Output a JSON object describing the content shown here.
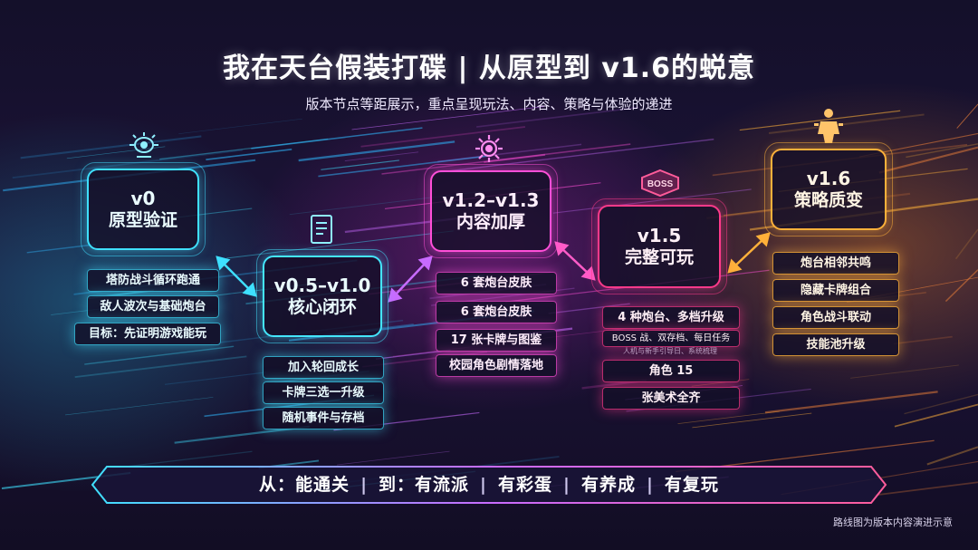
{
  "title": "我在天台假装打碟 | 从原型到 v1.6的蜕意",
  "subtitle": "版本节点等距展示，重点呈现玩法、内容、策略与体验的递进",
  "nodes": [
    {
      "version": "v0",
      "name": "原型验证",
      "features": [
        "塔防战斗循环跑通",
        "敌人波次与基础炮台",
        "目标：先证明游戏能玩"
      ]
    },
    {
      "version": "v0.5–v1.0",
      "name": "核心闭环",
      "features": [
        "加入轮回成长",
        "卡牌三选一升级",
        "随机事件与存档"
      ]
    },
    {
      "version": "v1.2–v1.3",
      "name": "内容加厚",
      "features": [
        "6 套炮台皮肤",
        "6 套炮台皮肤",
        "17 张卡牌与图鉴",
        "校园角色剧情落地"
      ]
    },
    {
      "version": "v1.5",
      "name": "完整可玩",
      "badge": "BOSS",
      "features": [
        "4 种炮台、多档升级",
        "BOSS 战、双存档、每日任务",
        "角色 15",
        "张美术全齐"
      ],
      "feature_sub": "人机与新手引导日、系统梳理"
    },
    {
      "version": "v1.6",
      "name": "策略质变",
      "features": [
        "炮台相邻共鸣",
        "隐藏卡牌组合",
        "角色战斗联动",
        "技能池升级"
      ]
    }
  ],
  "bottom": {
    "from_label": "从：能通关",
    "to_label": "到：有流派",
    "items": [
      "有彩蛋",
      "有养成",
      "有复玩"
    ],
    "separator": "|"
  },
  "footnote": "路线图为版本内容演进示意",
  "colors": {
    "cyan": "#3fe0ff",
    "pink": "#ff4fd8",
    "magenta": "#ff3a8a",
    "gold": "#ffb13a"
  }
}
